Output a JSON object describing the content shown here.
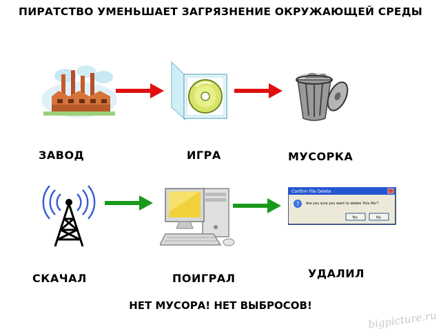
{
  "title": "ПИРАТСТВО УМЕНЬШАЕТ ЗАГРЯЗНЕНИЕ ОКРУЖАЮЩЕЙ СРЕДЫ",
  "row1": {
    "labels": [
      "ЗАВОД",
      "ИГРА",
      "МУСОРКА"
    ],
    "arrow_color": "#e01010"
  },
  "row2": {
    "labels": [
      "СКАЧАЛ",
      "ПОИГРАЛ",
      "УДАЛИЛ"
    ],
    "arrow_color": "#1a9a1a"
  },
  "dialog": {
    "title": "Confirm File Delete",
    "message": "Are you sure you want to delete 'this file'?",
    "yes": "Yes",
    "no": "No"
  },
  "footer": "НЕТ МУСОРА! НЕТ ВЫБРОСОВ!",
  "watermark": "bigpicture.ru"
}
